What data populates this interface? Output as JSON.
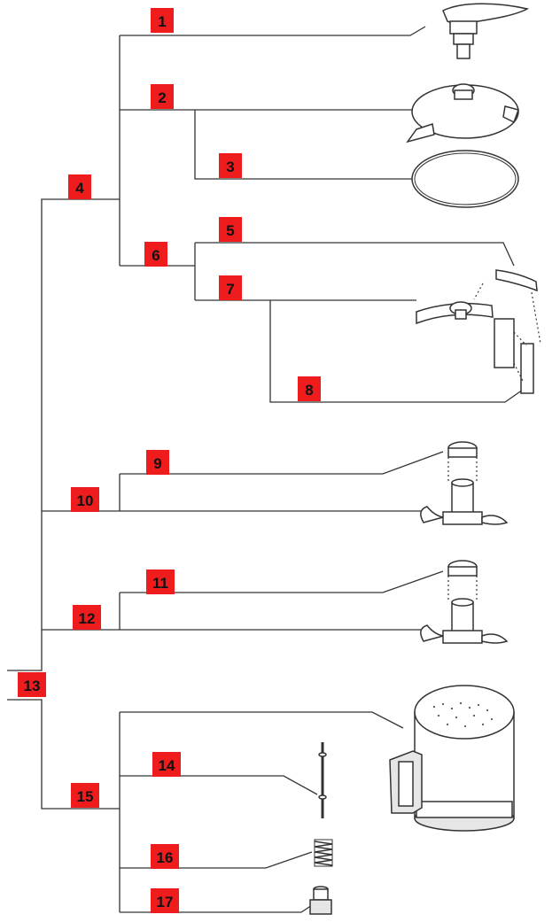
{
  "labels": [
    {
      "id": "1",
      "text": "1"
    },
    {
      "id": "2",
      "text": "2"
    },
    {
      "id": "3",
      "text": "3"
    },
    {
      "id": "4",
      "text": "4"
    },
    {
      "id": "5",
      "text": "5"
    },
    {
      "id": "6",
      "text": "6"
    },
    {
      "id": "7",
      "text": "7"
    },
    {
      "id": "8",
      "text": "8"
    },
    {
      "id": "9",
      "text": "9"
    },
    {
      "id": "10",
      "text": "10"
    },
    {
      "id": "11",
      "text": "11"
    },
    {
      "id": "12",
      "text": "12"
    },
    {
      "id": "13",
      "text": "13"
    },
    {
      "id": "14",
      "text": "14"
    },
    {
      "id": "15",
      "text": "15"
    },
    {
      "id": "16",
      "text": "16"
    },
    {
      "id": "17",
      "text": "17"
    }
  ],
  "colors": {
    "label_bg": "#ee1c1c",
    "line": "#333333"
  }
}
